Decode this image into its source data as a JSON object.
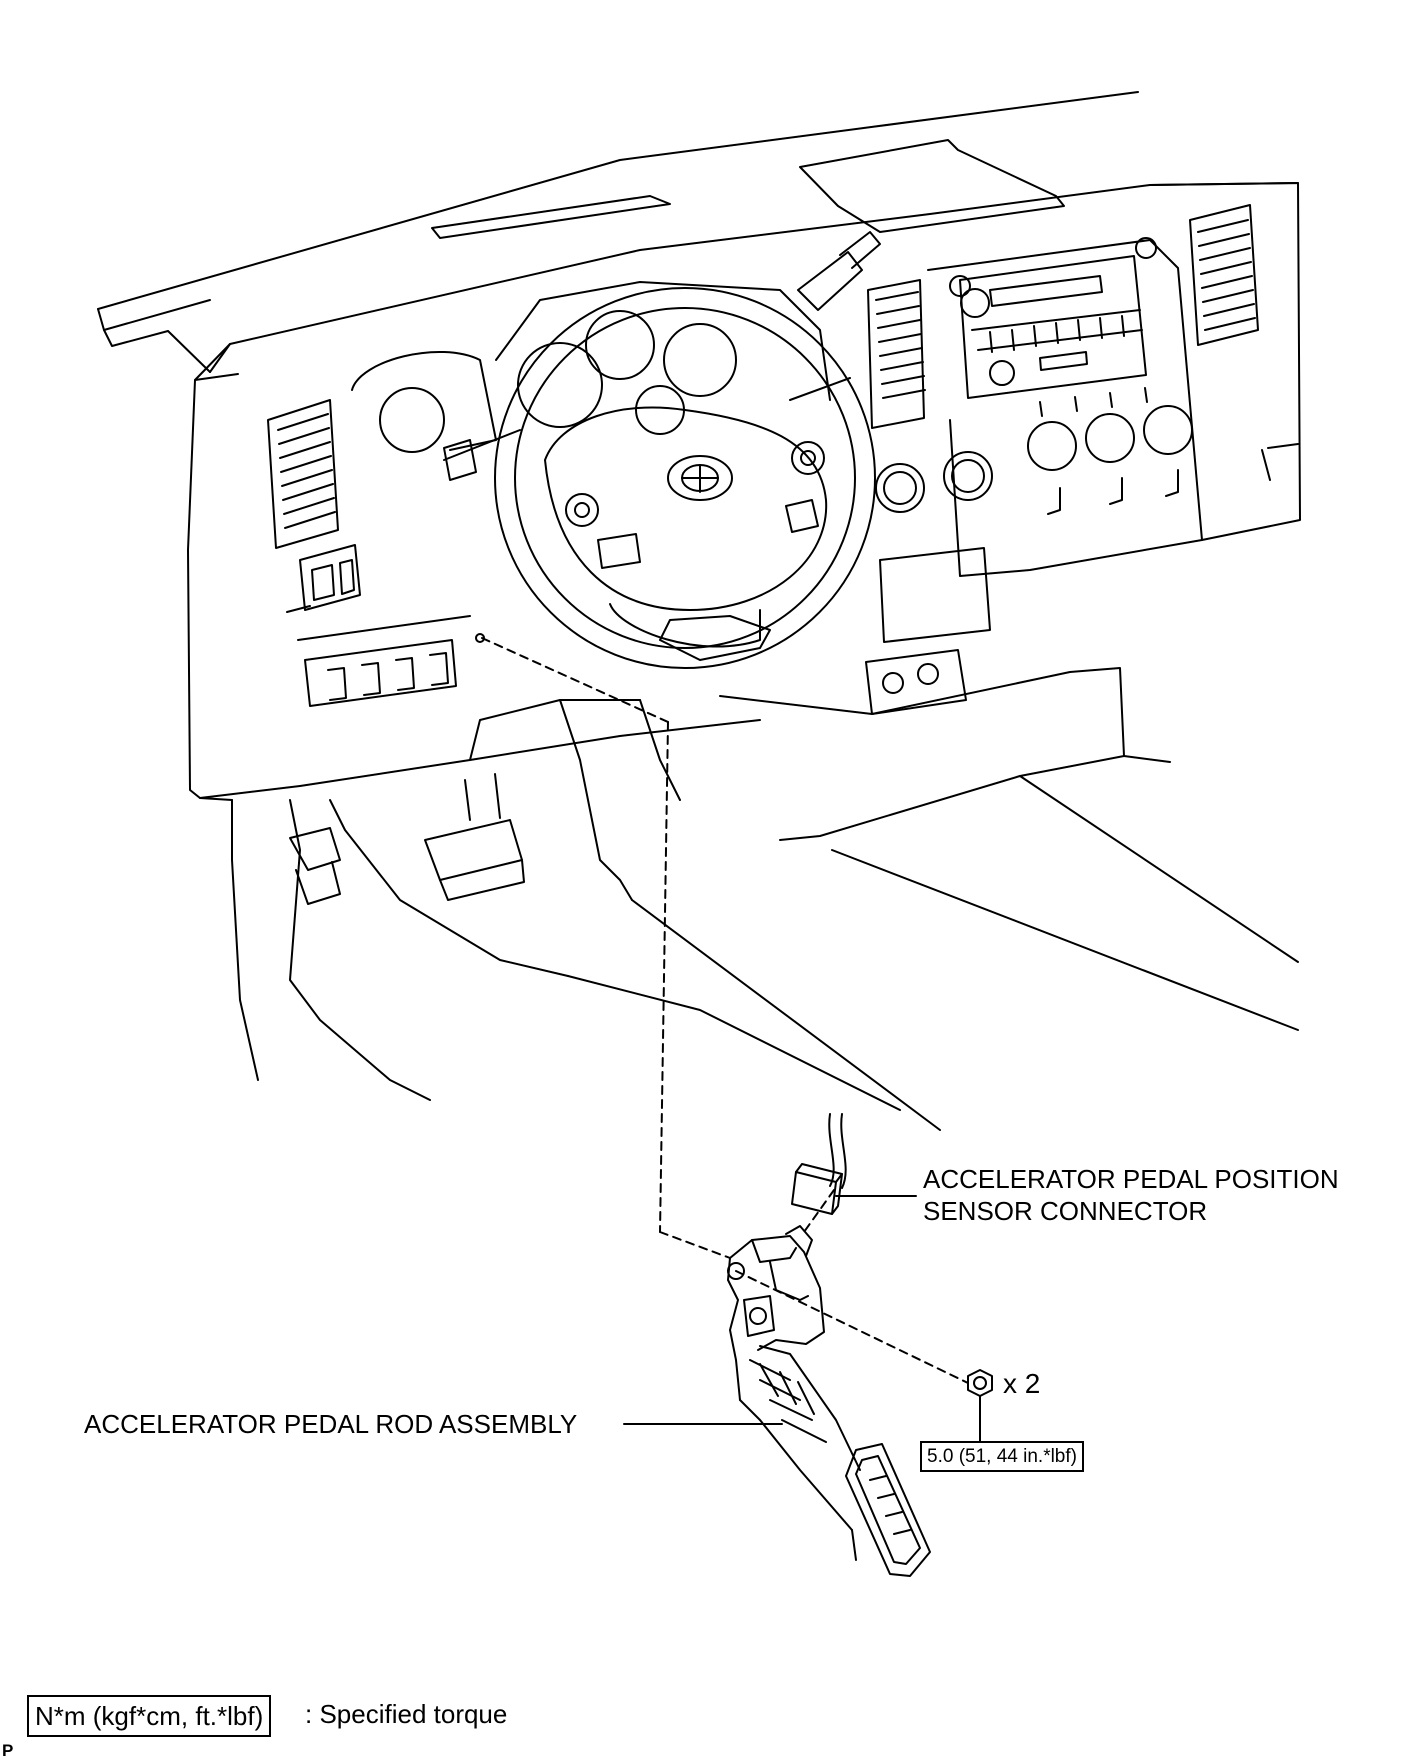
{
  "labels": {
    "sensor_connector_line1": "ACCELERATOR PEDAL POSITION",
    "sensor_connector_line2": "SENSOR CONNECTOR",
    "pedal_rod_assembly": "ACCELERATOR PEDAL ROD ASSEMBLY",
    "nut_quantity": "x 2",
    "nut_torque": "5.0 (51, 44 in.*lbf)"
  },
  "legend": {
    "unit_box": "N*m (kgf*cm, ft.*lbf)",
    "description": ": Specified torque"
  },
  "corner_mark": "P",
  "colors": {
    "line": "#000000",
    "background": "#ffffff"
  }
}
